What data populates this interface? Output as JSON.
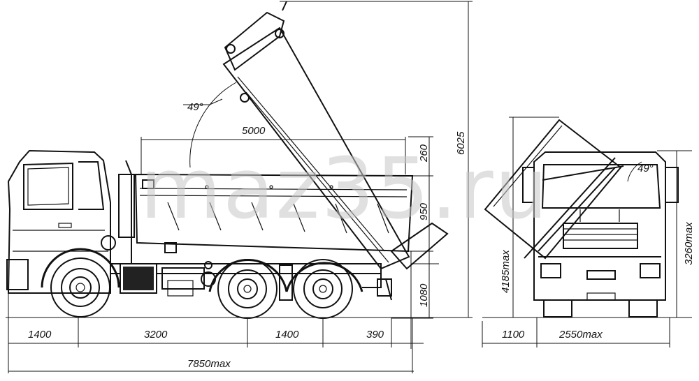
{
  "watermark": "maz35.ru",
  "side_view": {
    "wheelbase_front": "1400",
    "wheelbase_mid": "3200",
    "wheelbase_rear": "1400",
    "rear_overhang": "390",
    "total_length": "7850max",
    "body_length": "5000",
    "tilt_angle": "49°",
    "side_height": "260",
    "body_height": "950",
    "frame_height": "1080",
    "tipped_height": "6025"
  },
  "rear_view": {
    "side_offset": "1100",
    "width": "2550max",
    "tilt_angle": "49°",
    "tipped_height": "4185max",
    "cab_height": "3260max"
  }
}
